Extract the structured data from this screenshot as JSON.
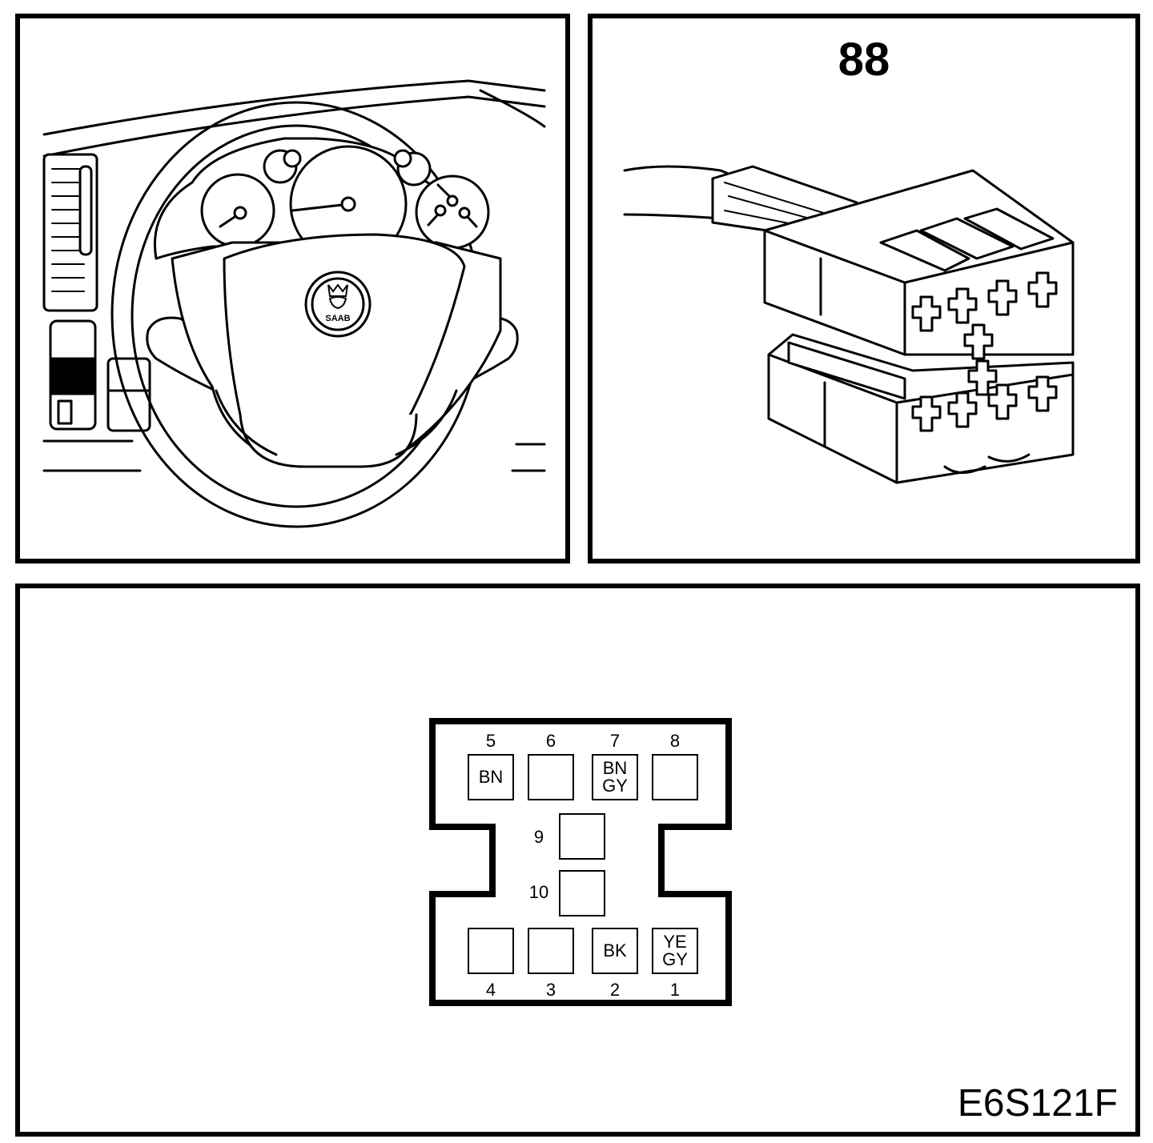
{
  "connector": {
    "number": "88",
    "pins": [
      {
        "num": "5",
        "code": "BN"
      },
      {
        "num": "6",
        "code": ""
      },
      {
        "num": "7",
        "code": "BN\nGY"
      },
      {
        "num": "8",
        "code": ""
      },
      {
        "num": "9",
        "code": ""
      },
      {
        "num": "10",
        "code": ""
      },
      {
        "num": "4",
        "code": ""
      },
      {
        "num": "3",
        "code": ""
      },
      {
        "num": "2",
        "code": "BK"
      },
      {
        "num": "1",
        "code": "YE\nGY"
      }
    ]
  },
  "badge": {
    "wordmark": "SAAB"
  },
  "figure": {
    "code": "E6S121F"
  }
}
